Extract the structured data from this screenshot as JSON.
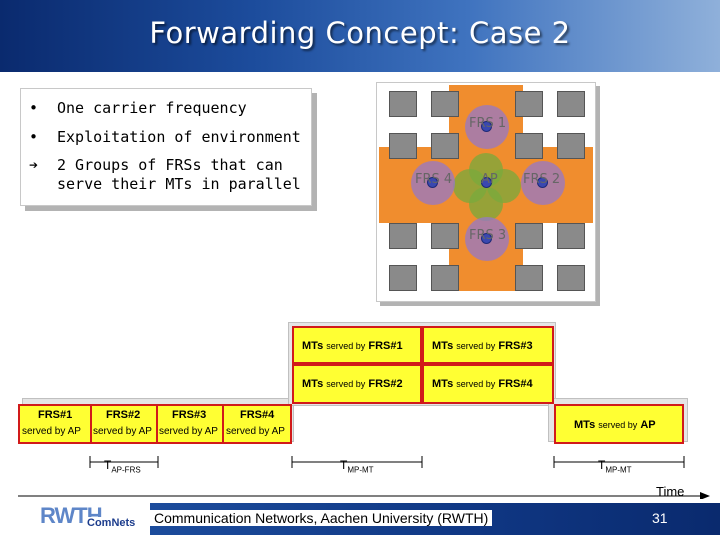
{
  "title": "Forwarding Concept: Case 2",
  "bullets": {
    "b1": "One carrier frequency",
    "b2": "Exploitation of environment",
    "arrow_line1": "2 Groups of FRSs that can",
    "arrow_line2": "serve their MTs in parallel",
    "bullet_glyph": "•",
    "arrow_glyph": "➔"
  },
  "diagram": {
    "frs1": "FRS 1",
    "frs2": "FRS 2",
    "frs3": "FRS 3",
    "frs4": "FRS 4",
    "ap": "AP",
    "colors": {
      "building": "#8a8a8a",
      "cell": "#f08d2e",
      "frs_coverage": "#9678c8",
      "ap_coverage": "#78aa3c",
      "node": "#3a48b0"
    }
  },
  "timeline": {
    "slots_left": [
      {
        "top": "FRS#1",
        "bottom": "served by AP"
      },
      {
        "top": "FRS#2",
        "bottom": "served by AP"
      },
      {
        "top": "FRS#3",
        "bottom": "served by AP"
      },
      {
        "top": "FRS#4",
        "bottom": "served by AP"
      }
    ],
    "mt_slots": [
      {
        "big": "MTs",
        "small": "served by",
        "frs": "FRS#1"
      },
      {
        "big": "MTs",
        "small": "served by",
        "frs": "FRS#3"
      },
      {
        "big": "MTs",
        "small": "served by",
        "frs": "FRS#2"
      },
      {
        "big": "MTs",
        "small": "served by",
        "frs": "FRS#4"
      }
    ],
    "ap_slot": {
      "big": "MTs",
      "small": "served by",
      "ap": "AP"
    },
    "t_ap_frs": {
      "main": "T",
      "sub": "AP-FRS"
    },
    "t_mp_mt1": {
      "main": "T",
      "sub": "MP-MT"
    },
    "t_mp_mt2": {
      "main": "T",
      "sub": "MP-MT"
    },
    "time_label": "Time",
    "colors": {
      "slot_fill": "#ffff33",
      "slot_border": "#d11a1a"
    }
  },
  "footer": {
    "logo": "RWTH",
    "logo_sub": "ComNets",
    "text": "Communication Networks, Aachen University (RWTH)",
    "page": "31"
  }
}
